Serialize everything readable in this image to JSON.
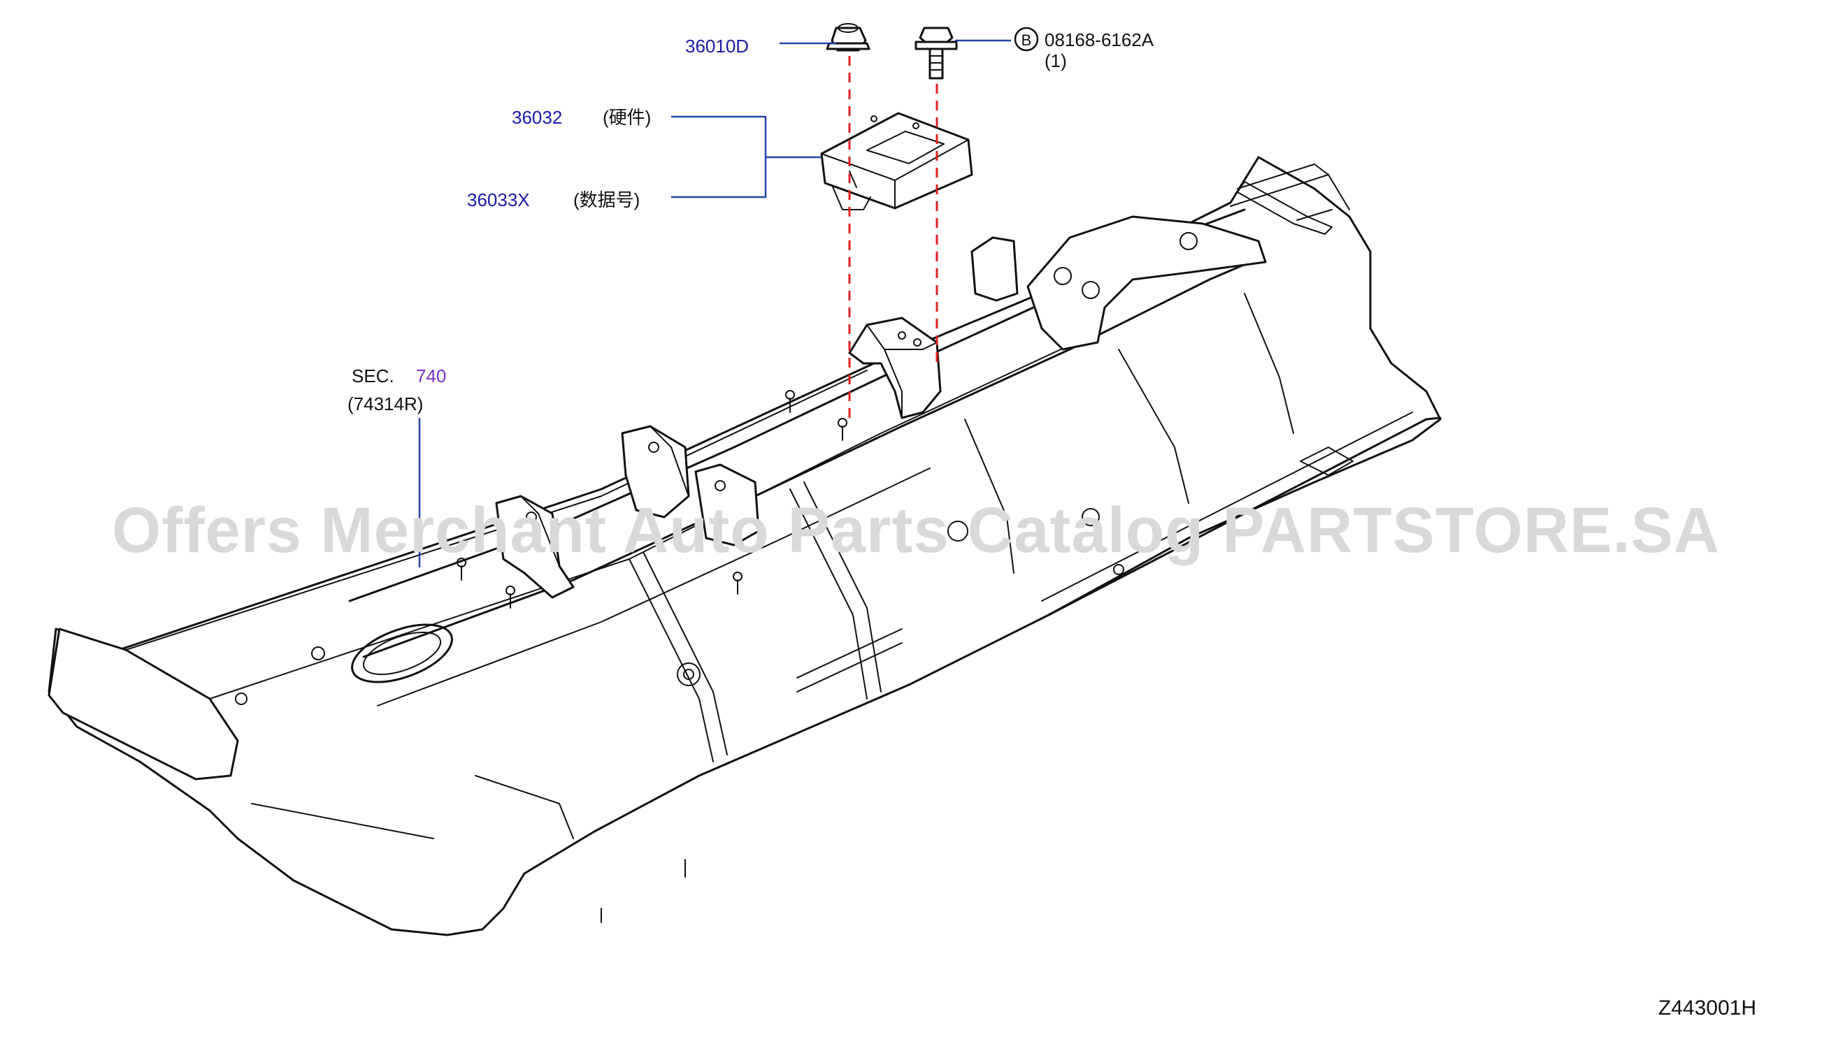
{
  "callouts": {
    "nut": {
      "part": "36010D"
    },
    "bolt": {
      "code": "08168-6162A",
      "qty": "(1)",
      "symbol": "B"
    },
    "unit_hw": {
      "part": "36032",
      "desc": "(硬件)"
    },
    "unit_data": {
      "part": "36033X",
      "desc": "(数据号)"
    },
    "section": {
      "prefix": "SEC.",
      "number": "740",
      "ref": "(74314R)"
    }
  },
  "watermark": "Offers Merchant Auto Parts Catalog PARTSTORE.SA",
  "diagram_code": "Z443001H",
  "colors": {
    "part_number": "#1a1aa8",
    "section_number": "#7a2fc8",
    "leader": "#2244aa",
    "assembly_dash": "#e02020",
    "watermark": "#d9d9d9"
  }
}
